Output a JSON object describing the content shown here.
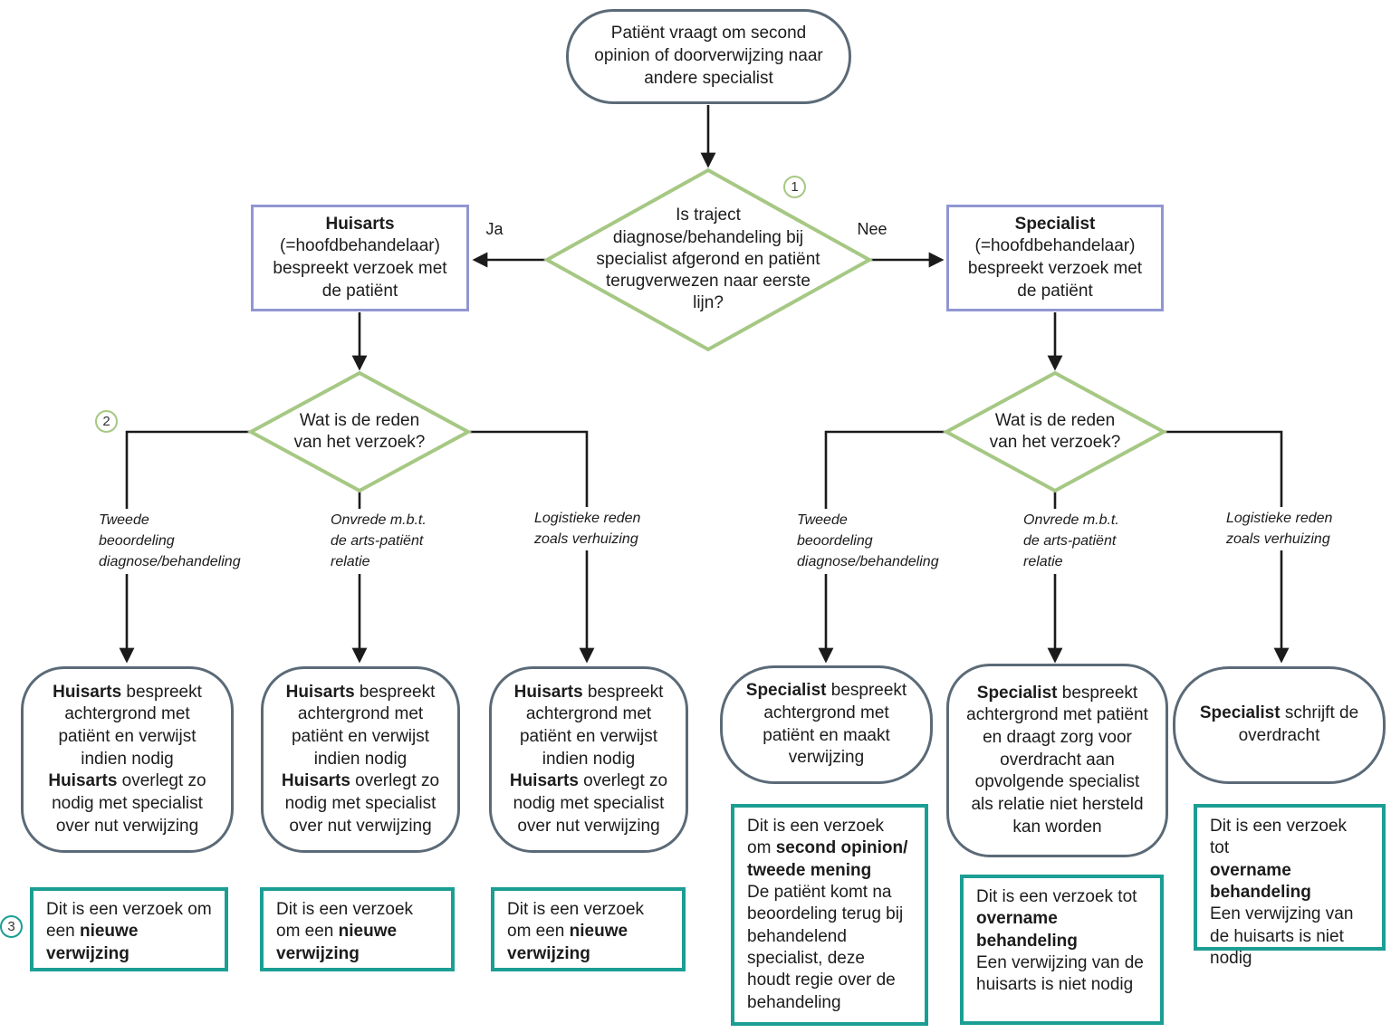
{
  "colors": {
    "outline": "#5b6a77",
    "green": "#a6c884",
    "purple": "#9196d2",
    "teal": "#1b9e94",
    "line": "#1b1b1b",
    "text": "#1c1c1c"
  },
  "start": {
    "text": "Patiënt vraagt om second opinion of doorverwijzing naar andere specialist"
  },
  "decision1": {
    "badge": "1",
    "question": "Is traject diagnose/behandeling bij specialist afgerond en patiënt terugverwezen naar eerste lijn?",
    "yes_label": "Ja",
    "no_label": "Nee"
  },
  "left": {
    "role": {
      "title": "Huisarts",
      "body": "(=hoofdbehandelaar) bespreekt verzoek met de patiënt"
    },
    "decision2": {
      "badge": "2",
      "question": "Wat is de reden van het verzoek?"
    },
    "reasons": [
      "Tweede beoordeling diagnose/behandeling",
      "Onvrede m.b.t. de arts-patiënt relatie",
      "Logistieke reden zoals verhuizing"
    ],
    "outcome": {
      "actor": "Huisarts",
      "sentence1": "bespreekt achtergrond met patiënt en verwijst indien nodig",
      "actor2": "Huisarts",
      "sentence2": "overlegt zo nodig met specialist over nut verwijzing"
    },
    "note": {
      "badge": "3",
      "pre": "Dit is een verzoek om een",
      "bold": "nieuwe verwijzing"
    }
  },
  "right": {
    "role": {
      "title": "Specialist",
      "body": "(=hoofdbehandelaar) bespreekt verzoek met de patiënt"
    },
    "decision2": {
      "question": "Wat is de reden van het verzoek?"
    },
    "reasons": [
      "Tweede beoordeling diagnose/behandeling",
      "Onvrede m.b.t. de arts-patiënt relatie",
      "Logistieke reden zoals verhuizing"
    ],
    "outcomes": [
      {
        "actor": "Specialist",
        "text": "bespreekt achtergrond met patiënt en maakt verwijzing"
      },
      {
        "actor": "Specialist",
        "text": "bespreekt achtergrond met patiënt en draagt zorg voor overdracht aan opvolgende specialist als relatie niet hersteld kan worden"
      },
      {
        "actor": "Specialist",
        "text": "schrijft de overdracht"
      }
    ],
    "notes": [
      {
        "pre": "Dit is een verzoek om",
        "bold": "second opinion/ tweede mening",
        "post": "De patiënt komt na beoordeling terug bij behandelend specialist, deze houdt regie over de behandeling"
      },
      {
        "pre": "Dit is een verzoek tot",
        "bold": "overname behandeling",
        "post": "Een verwijzing van de huisarts is niet nodig"
      },
      {
        "pre": "Dit is een verzoek tot",
        "bold": "overname behandeling",
        "post": "Een verwijzing van de huisarts is niet nodig"
      }
    ]
  }
}
